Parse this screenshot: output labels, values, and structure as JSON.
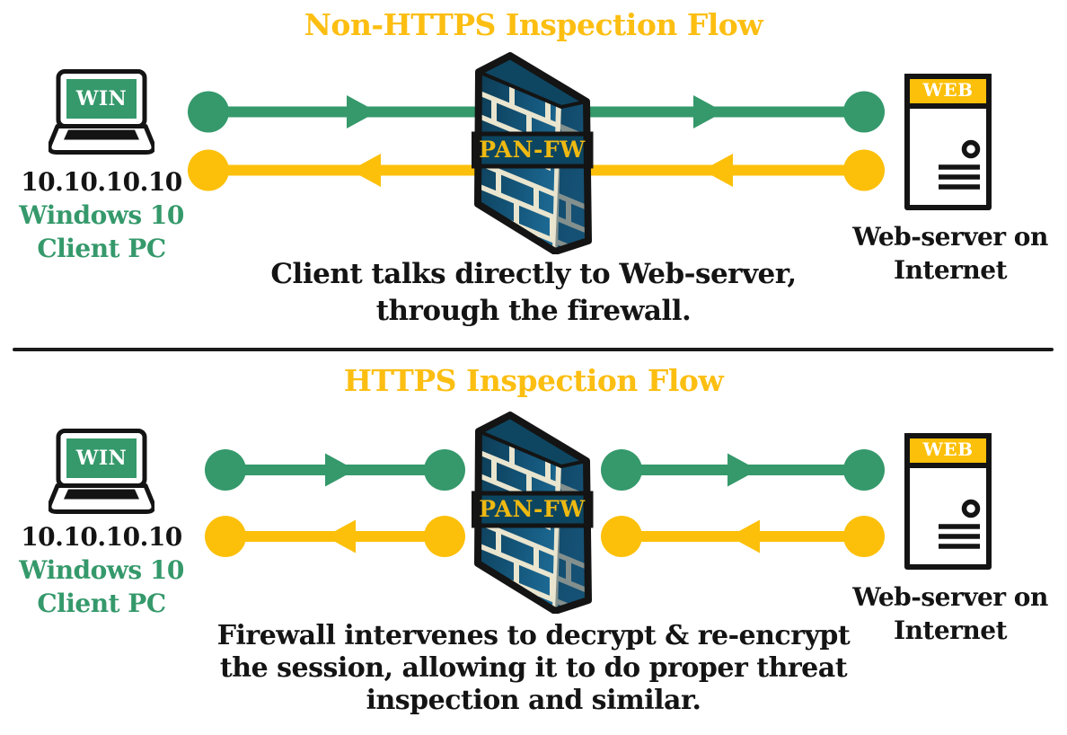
{
  "colors": {
    "flow_green": "#35996B",
    "flow_yellow": "#FCC00A",
    "title_yellow": "#FCBE11",
    "ink_black": "#141414",
    "firewall_blue": "#15587D",
    "firewall_band_blue": "#0C4560",
    "firewall_label_yellow": "#EEB912",
    "brick_cream": "#E9E5CF"
  },
  "top_section": {
    "title": "Non-HTTPS Inspection Flow",
    "client": {
      "screen_label": "WIN",
      "ip": "10.10.10.10",
      "os": "Windows 10",
      "role": "Client PC"
    },
    "firewall_label": "PAN-FW",
    "server": {
      "band_label": "WEB",
      "name_line1": "Web-server on",
      "name_line2": "Internet"
    },
    "caption_line1": "Client talks directly to Web-server,",
    "caption_line2": "through the firewall."
  },
  "bottom_section": {
    "title": "HTTPS Inspection Flow",
    "client": {
      "screen_label": "WIN",
      "ip": "10.10.10.10",
      "os": "Windows 10",
      "role": "Client PC"
    },
    "firewall_label": "PAN-FW",
    "server": {
      "band_label": "WEB",
      "name_line1": "Web-server on",
      "name_line2": "Internet"
    },
    "caption_line1": "Firewall intervenes to decrypt & re-encrypt",
    "caption_line2": "the session, allowing it to do proper threat",
    "caption_line3": "inspection and similar."
  }
}
